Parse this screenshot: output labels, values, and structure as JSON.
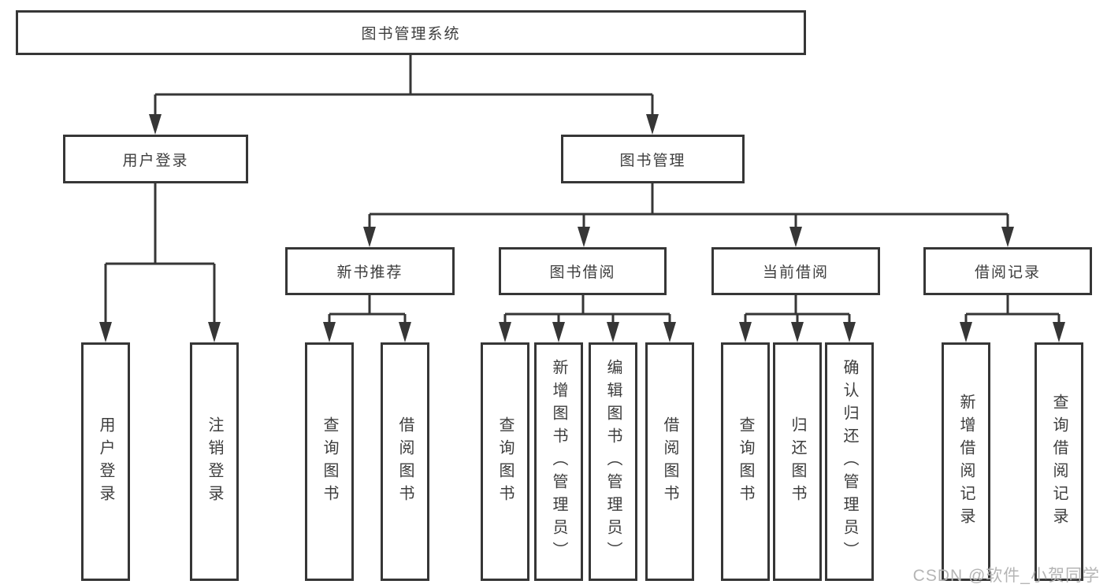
{
  "tree": {
    "root": {
      "label": "图书管理系统",
      "children": [
        {
          "label": "用户登录",
          "children": [
            {
              "label": "用户登录"
            },
            {
              "label": "注销登录"
            }
          ]
        },
        {
          "label": "图书管理",
          "children": [
            {
              "label": "新书推荐",
              "children": [
                {
                  "label": "查询图书"
                },
                {
                  "label": "借阅图书"
                }
              ]
            },
            {
              "label": "图书借阅",
              "children": [
                {
                  "label": "查询图书"
                },
                {
                  "label": "新增图书（管理员）"
                },
                {
                  "label": "编辑图书（管理员）"
                },
                {
                  "label": "借阅图书"
                }
              ]
            },
            {
              "label": "当前借阅",
              "children": [
                {
                  "label": "查询图书"
                },
                {
                  "label": "归还图书"
                },
                {
                  "label": "确认归还（管理员）"
                }
              ]
            },
            {
              "label": "借阅记录",
              "children": [
                {
                  "label": "新增借阅记录"
                },
                {
                  "label": "查询借阅记录"
                }
              ]
            }
          ]
        }
      ]
    }
  },
  "watermark": {
    "text": "CSDN @软件_小贺同学"
  },
  "theme": {
    "line_color": "#363636",
    "text_color": "#3d3d3d",
    "watermark_color": "#b5b5b5",
    "background": "#ffffff"
  }
}
